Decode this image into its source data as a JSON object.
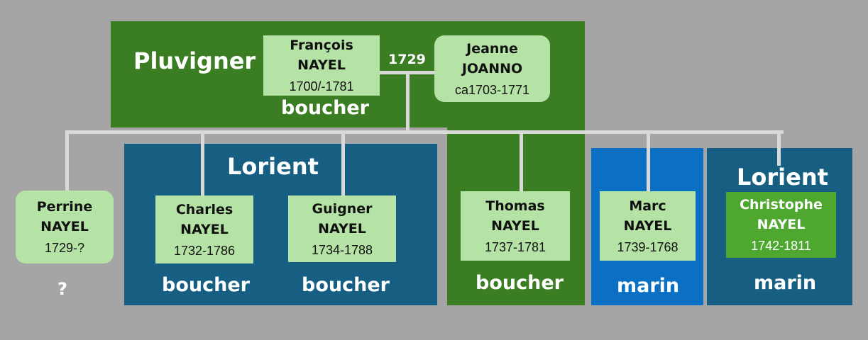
{
  "parents": {
    "place": "Pluvigner",
    "trade": "boucher",
    "marriage_year": "1729",
    "father": {
      "first": "François",
      "last": "NAYEL",
      "dates": "1700/-1781"
    },
    "mother": {
      "first": "Jeanne",
      "last": "JOANNO",
      "dates": "ca1703-1771"
    }
  },
  "children": {
    "perrine": {
      "first": "Perrine",
      "last": "NAYEL",
      "dates": "1729-?",
      "trade": "?"
    },
    "lorient_group": {
      "place": "Lorient"
    },
    "charles": {
      "first": "Charles",
      "last": "NAYEL",
      "dates": "1732-1786",
      "trade": "boucher"
    },
    "guigner": {
      "first": "Guigner",
      "last": "NAYEL",
      "dates": "1734-1788",
      "trade": "boucher"
    },
    "thomas": {
      "first": "Thomas",
      "last": "NAYEL",
      "dates": "1737-1781",
      "trade": "boucher"
    },
    "marc": {
      "first": "Marc",
      "last": "NAYEL",
      "dates": "1739-1768",
      "trade": "marin"
    },
    "christophe": {
      "place": "Lorient",
      "first": "Christophe",
      "last": "NAYEL",
      "dates": "1742-1811",
      "trade": "marin"
    }
  },
  "colors": {
    "background": "#a5a5a5",
    "dark_green": "#3b7d23",
    "navy": "#175e83",
    "blue": "#0b6fc4",
    "light_green": "#b5e3a6",
    "medium_green": "#4ea72e",
    "connector": "#d9d9d9"
  }
}
